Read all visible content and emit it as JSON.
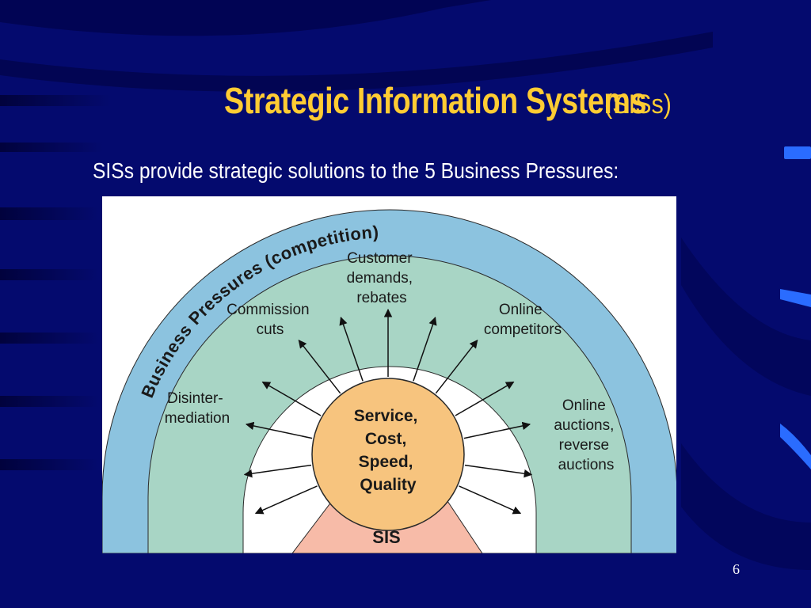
{
  "slide": {
    "title_main": "Strategic Information Systems",
    "title_sub": "(SISs)",
    "subtitle": "SISs provide strategic solutions to the 5 Business Pressures:",
    "page_number": "6"
  },
  "diagram": {
    "outer_label": "Business Pressures (competition)",
    "pressures": [
      [
        "Customer",
        "demands,",
        "rebates"
      ],
      [
        "Commission",
        "cuts"
      ],
      [
        "Online",
        "competitors"
      ],
      [
        "Disinter-",
        "mediation"
      ],
      [
        "Online",
        "auctions,",
        "reverse",
        "auctions"
      ]
    ],
    "core_lines": [
      "Service,",
      "Cost,",
      "Speed,",
      "Quality"
    ],
    "base_label": "SIS",
    "colors": {
      "outer_band": "#8cc3df",
      "pressure_band": "#a8d5c5",
      "core": "#f7c47e",
      "base": "#f7bba8",
      "slide_background": "#040a6e",
      "title": "#ffcc33"
    }
  }
}
